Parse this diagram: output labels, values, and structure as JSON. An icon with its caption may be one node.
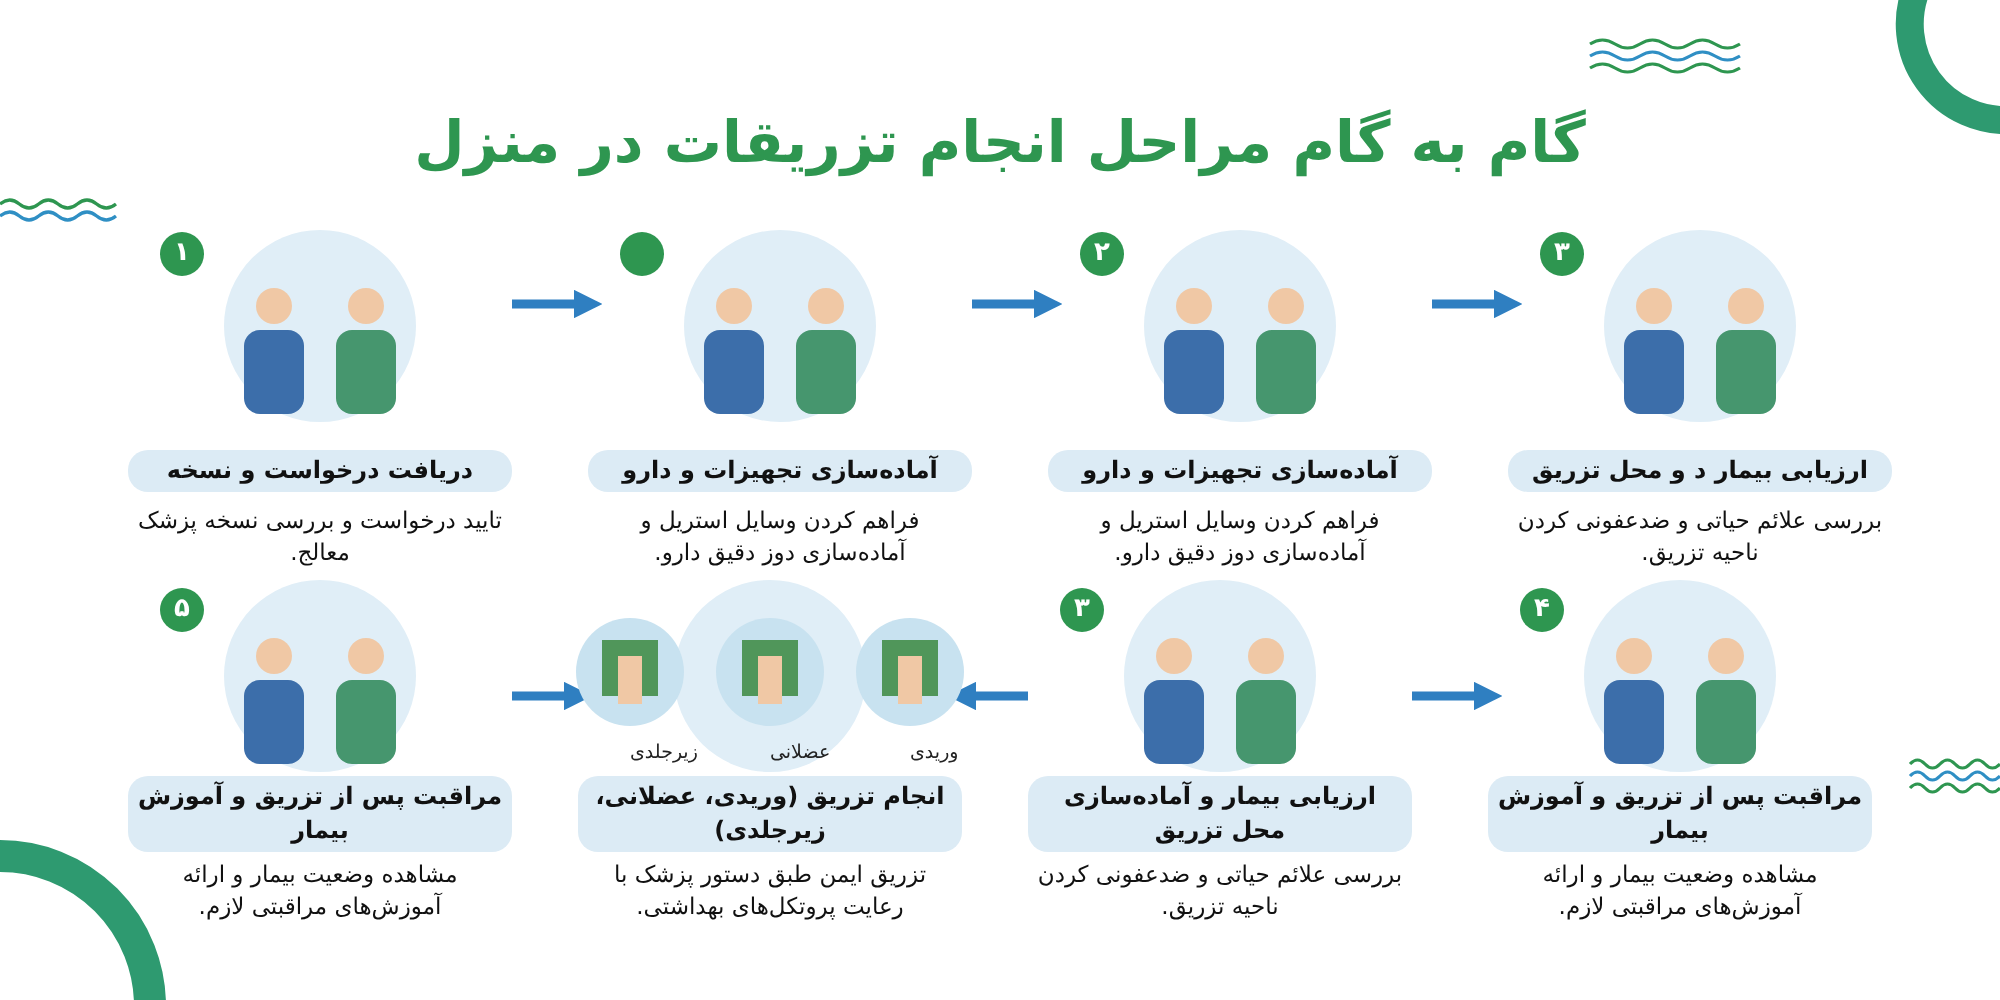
{
  "diagram": {
    "title": "گام به گام مراحل انجام تزریقات در منزل",
    "nodes": [
      {
        "text": [
          "دریافت درخواست و نسخه",
          "تایید درخواست و بررسی نسخه پزشک معالج."
        ]
      },
      {
        "text": [
          "۱"
        ],
        "in": 0
      },
      {
        "text": [
          "آماده‌سازی تجهیزات و دارو",
          "فراهم کردن وسایل استریل و آماده‌سازی دوز دقیق دارو."
        ]
      },
      {
        "text": [],
        "shape": "circle",
        "in": 2
      },
      {
        "text": [
          "آماده‌سازی تجهیزات و دارو",
          "فراهم کردن وسایل استریل و آماده‌سازی دوز دقیق دارو."
        ]
      },
      {
        "text": [
          "۲"
        ],
        "in": 4
      },
      {
        "text": [
          "ارزیابی بیمار د و محل تزریق",
          "بررسی علائم حیاتی و ضدعفونی کردن ناحیه تزریق."
        ]
      },
      {
        "text": [
          "۳"
        ],
        "in": 6
      },
      {
        "text": [
          "مراقبت پس از تزریق و آموزش بیمار",
          "مشاهده وضعیت بیمار و ارائه آموزش‌های مراقبتی لازم."
        ]
      },
      {
        "text": [
          "۵"
        ],
        "in": 8
      },
      {
        "text": [
          "انجام تزریق (وریدی، عضلانی، زیرجلدی)",
          "تزریق ایمن طبق دستور پزشک با رعایت پروتکل‌های بهداشتی."
        ]
      },
      {
        "text": [
          "ارزیابی بیمار و آماده‌سازی محل تزریق",
          "بررسی علائم حیاتی و ضدعفونی کردن ناحیه تزریق."
        ]
      },
      {
        "text": [
          "۳"
        ],
        "in": 11
      },
      {
        "text": [
          "مراقبت پس از تزریق و آموزش بیمار",
          "مشاهده وضعیت بیمار و ارائه آموزش‌های مراقبتی لازم."
        ]
      },
      {
        "text": [
          "۴"
        ],
        "in": 13
      }
    ],
    "edges": [
      {
        "from": 0,
        "to": 2,
        "arrow": "to"
      },
      {
        "from": 2,
        "to": 4,
        "arrow": "to"
      },
      {
        "from": 4,
        "to": 6,
        "arrow": "to"
      },
      {
        "from": 8,
        "to": 10,
        "arrow": "to"
      },
      {
        "from": 11,
        "to": 10,
        "arrow": "to"
      },
      {
        "from": 11,
        "to": 13,
        "arrow": "to"
      }
    ],
    "labels": [
      "وریدی",
      "عضلانی",
      "زیرجلدی"
    ]
  }
}
